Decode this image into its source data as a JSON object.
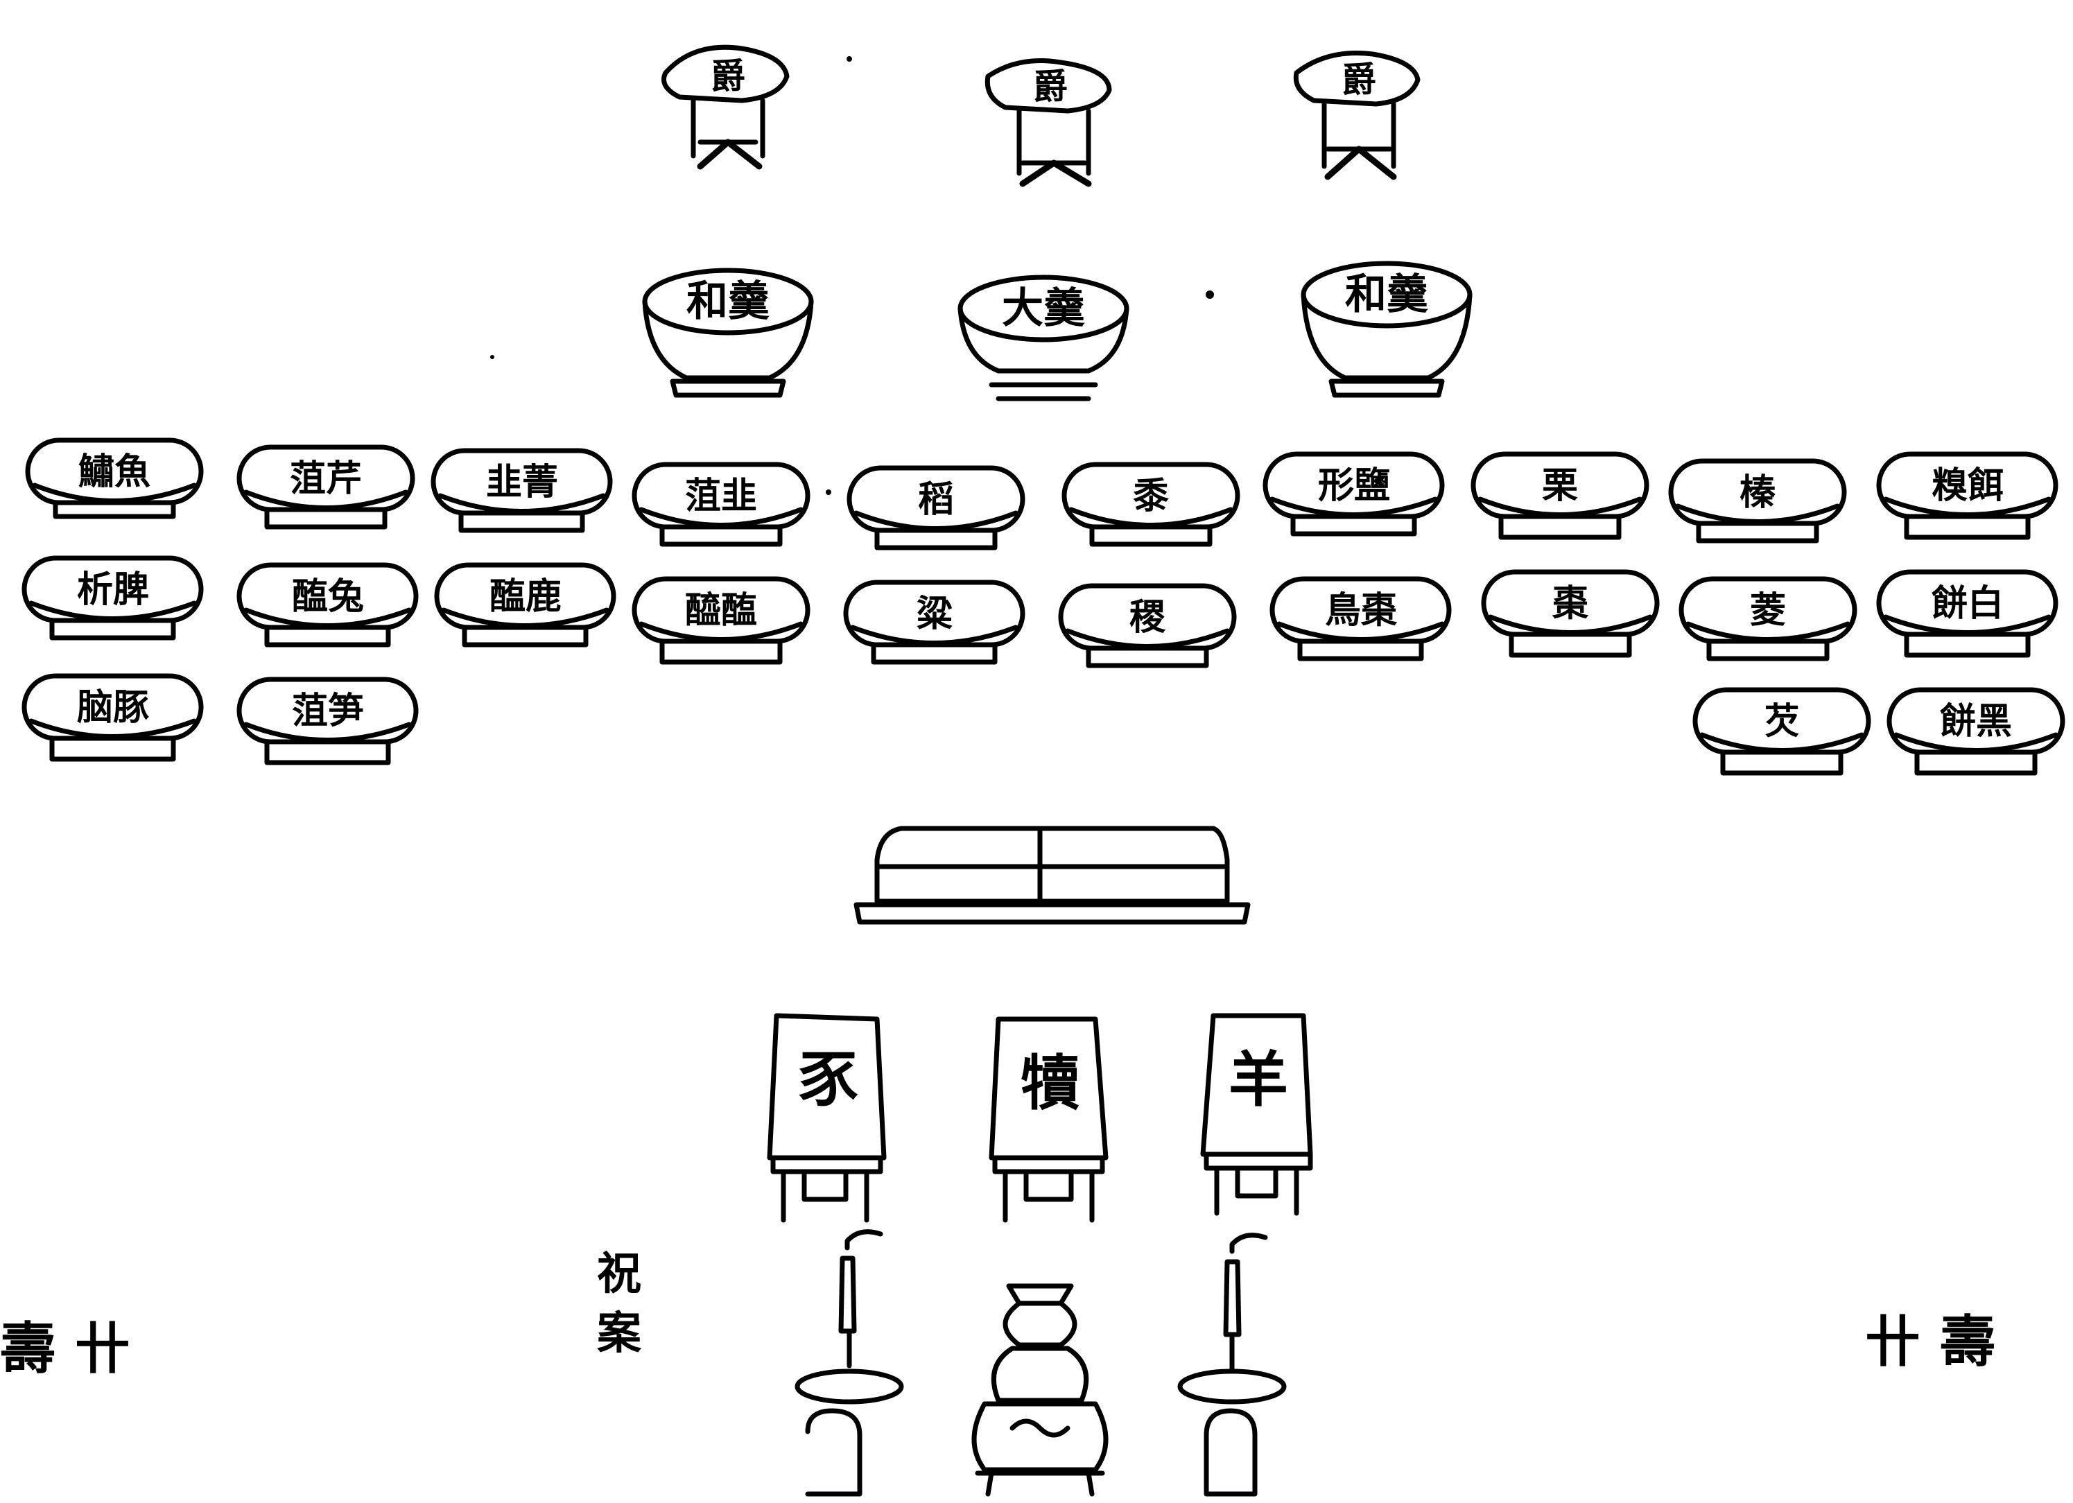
{
  "jue_cups": [
    {
      "label": "爵"
    },
    {
      "label": "爵"
    },
    {
      "label": "爵"
    }
  ],
  "bowls": [
    {
      "label": "和羹"
    },
    {
      "label": "大羹"
    },
    {
      "label": "和羹"
    }
  ],
  "left_dishes": [
    [
      {
        "label": "鱐魚"
      },
      {
        "label": "菹芹"
      },
      {
        "label": "韭菁"
      },
      {
        "label": "菹韭"
      },
      {
        "label": "稻"
      }
    ],
    [
      {
        "label": "析脾"
      },
      {
        "label": "醢兔"
      },
      {
        "label": "醢鹿"
      },
      {
        "label": "醯醢"
      },
      {
        "label": "粱"
      }
    ],
    [
      {
        "label": "脑豚"
      },
      {
        "label": "菹笋"
      }
    ]
  ],
  "right_dishes": [
    [
      {
        "label": "黍"
      },
      {
        "label": "形鹽"
      },
      {
        "label": "栗"
      },
      {
        "label": "榛"
      },
      {
        "label": "糗餌"
      }
    ],
    [
      {
        "label": "稷"
      },
      {
        "label": "鳥棗"
      },
      {
        "label": "棗"
      },
      {
        "label": "菱"
      },
      {
        "label": "餅白"
      }
    ],
    [
      {
        "label": "芡"
      },
      {
        "label": "餅黑"
      }
    ]
  ],
  "sacrifice_stands": [
    {
      "label": "豕"
    },
    {
      "label": "犢"
    },
    {
      "label": "羊"
    }
  ],
  "annotations": {
    "prayer_board": "祝\n案",
    "left_edge_text": "壽 卄",
    "right_edge_text": "卄 壽"
  }
}
